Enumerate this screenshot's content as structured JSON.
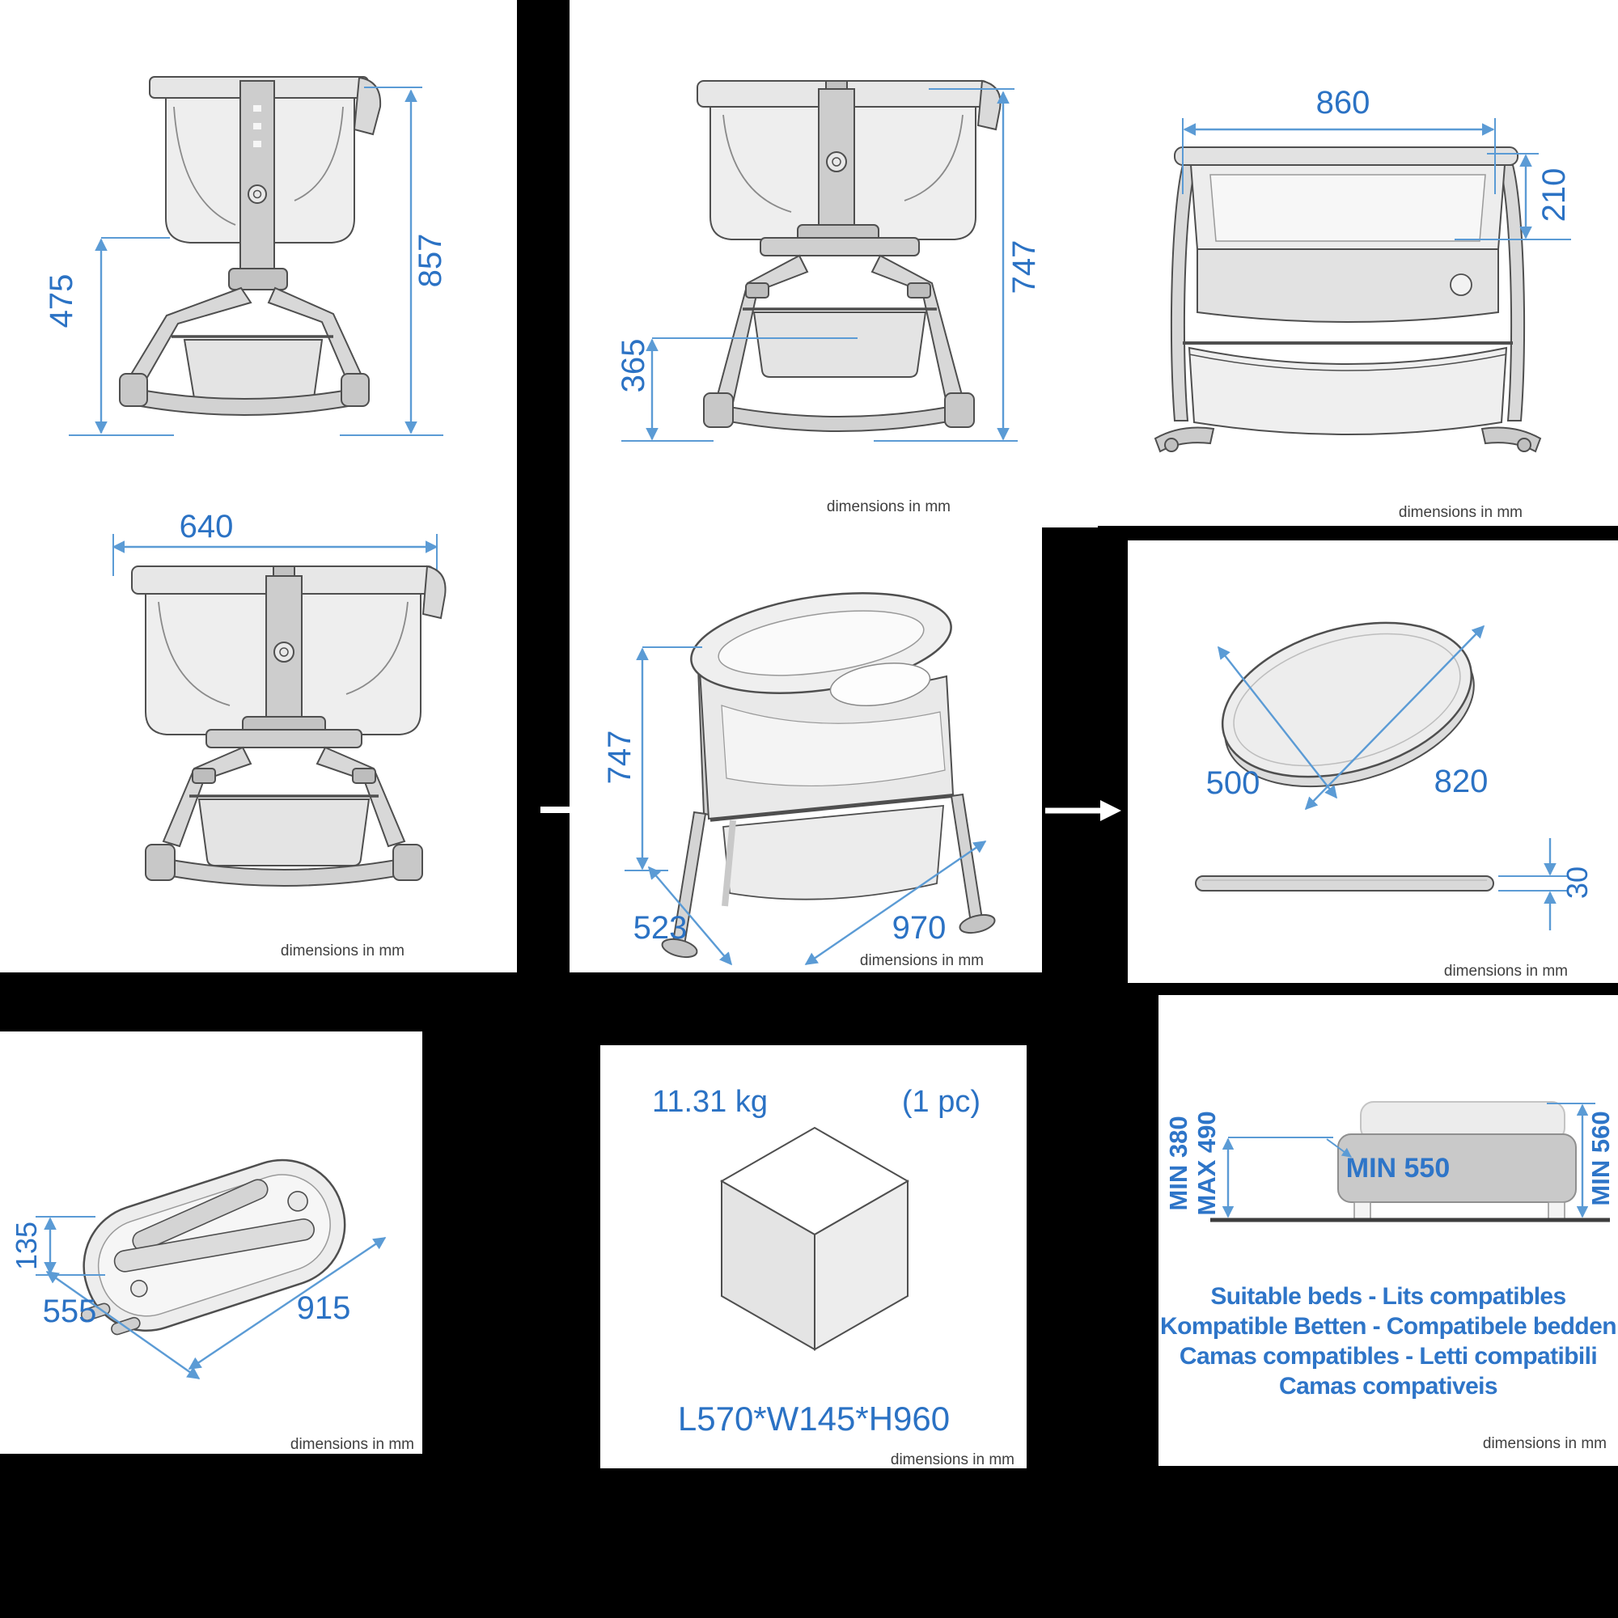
{
  "colors": {
    "canvas": "#000000",
    "panel": "#ffffff",
    "dim_text": "#2b72c4",
    "dim_line": "#5b9bd5",
    "title_text": "#2e75c8",
    "note_text": "#3f3f3f",
    "sketch_line": "#4f4f4f"
  },
  "note": "dimensions in mm",
  "panels": {
    "side_view": {
      "h_basket": "475",
      "h_total": "857"
    },
    "width_view": {
      "width": "640"
    },
    "front_view": {
      "h_under": "365",
      "h_total": "747"
    },
    "bedside_view": {
      "width": "860",
      "depth": "210"
    },
    "perspective_view": {
      "height": "747",
      "width": "523",
      "length": "970"
    },
    "mattress": {
      "width": "500",
      "length": "820",
      "thickness": "30"
    },
    "folded_view": {
      "height": "135",
      "width": "555",
      "length": "915"
    },
    "package": {
      "weight": "11.31 kg",
      "qty": "(1 pc)",
      "box": "L570*W145*H960"
    },
    "suitable_beds": {
      "min_platform": "MIN 380",
      "max_platform": "MAX 490",
      "min_width": "MIN 550",
      "min_height": "MIN 560",
      "titles": [
        "Suitable beds - Lits compatibles",
        "Kompatible Betten - Compatibele bedden",
        "Camas compatibles - Letti compatibili",
        "Camas compativeis"
      ]
    }
  }
}
